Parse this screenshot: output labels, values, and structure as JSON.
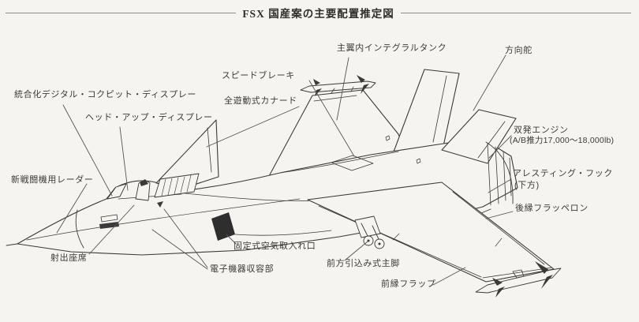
{
  "title": "FSX 国産案の主要配置推定図",
  "colors": {
    "ink": "#3a3a3a",
    "paper": "#f5f4f0",
    "leader": "#555555"
  },
  "labels": {
    "integrated_cockpit_display": "統合化デジタル・コクピット・ディスプレー",
    "head_up_display": "ヘッド・アップ・ディスプレー",
    "speed_brake": "スピードブレーキ",
    "all_moving_canard": "全遊動式カナード",
    "wing_integral_tank": "主翼内インテグラルタンク",
    "rudder": "方向舵",
    "twin_engine": "双発エンジン",
    "twin_engine_thrust": "(A/B推力17,000〜18,000lb)",
    "new_fighter_radar": "新戦闘機用レーダー",
    "arresting_hook": "アレスティング・フック",
    "arresting_hook_note": "(下方)",
    "trailing_edge_flaperon": "後縁フラッペロン",
    "ejection_seat": "射出座席",
    "fixed_air_intake": "固定式空気取入れ口",
    "electronics_bay": "電子機器収容部",
    "forward_retracting_main_gear": "前方引込み式主脚",
    "leading_edge_flap": "前縁フラップ"
  }
}
